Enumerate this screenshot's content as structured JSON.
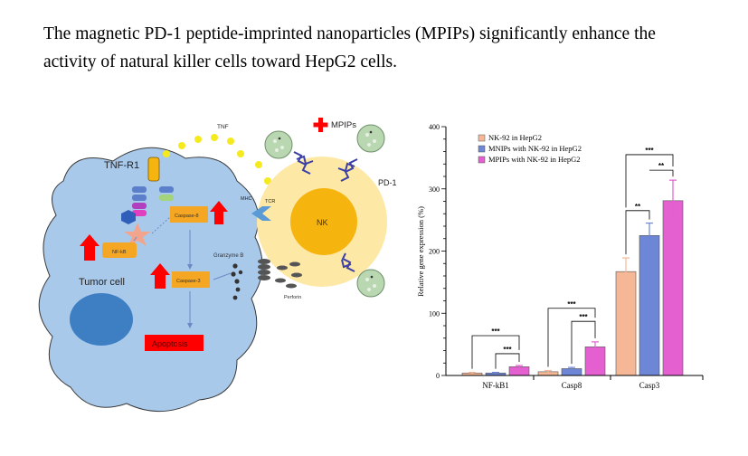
{
  "headline": {
    "line1": "The magnetic PD-1 peptide-imprinted nanoparticles (MPIPs) significantly enhance the",
    "line2": "activity of natural killer cells toward HepG2 cells."
  },
  "schematic": {
    "tnf": "TNF",
    "tnf_r1": "TNF-R1",
    "mpips": "MPIPs",
    "pd1": "PD-1",
    "nk": "NK",
    "mhc": "MHC",
    "tcr": "TCR",
    "caspase8": "Caspase-8",
    "nfkb": "NF-kB",
    "granzyme_b": "Granzyme B",
    "caspase3": "Caspase-3",
    "tumor_cell": "Tumor cell",
    "perforin": "Perforin",
    "apoptosis": "Apoptosis",
    "colors": {
      "tumor": "#a9c9eb",
      "nucleus": "#3e7fc4",
      "nk_outer": "#fde8a6",
      "nk_inner": "#f6b40f",
      "caspase": "#f5a623",
      "apoptosis": "#ff0000",
      "arrow_up": "#ff0000",
      "dots": "#f5ea1e"
    }
  },
  "chart_data": {
    "type": "bar",
    "ylabel": "Relative gene expression (%)",
    "ylim": [
      0,
      400
    ],
    "yticks": [
      0,
      100,
      200,
      300,
      400
    ],
    "categories": [
      "NF-kB1",
      "Casp8",
      "Casp3"
    ],
    "series": [
      {
        "name": "NK-92 in HepG2",
        "color": "#f5b795",
        "values": [
          4,
          6,
          167
        ],
        "errors": [
          1,
          2,
          22
        ]
      },
      {
        "name": "MNIPs with NK-92 in HepG2",
        "color": "#6d86d6",
        "values": [
          4,
          11,
          225
        ],
        "errors": [
          1,
          2,
          20
        ]
      },
      {
        "name": "MPIPs with NK-92 in HepG2",
        "color": "#e45fd0",
        "values": [
          14,
          46,
          281
        ],
        "errors": [
          2,
          8,
          33
        ]
      }
    ],
    "significance": [
      {
        "group": "NF-kB1",
        "labels": [
          "***",
          "***"
        ]
      },
      {
        "group": "Casp8",
        "labels": [
          "***",
          "***"
        ]
      },
      {
        "group": "Casp3",
        "labels": [
          "**",
          "***",
          "**"
        ]
      }
    ]
  }
}
